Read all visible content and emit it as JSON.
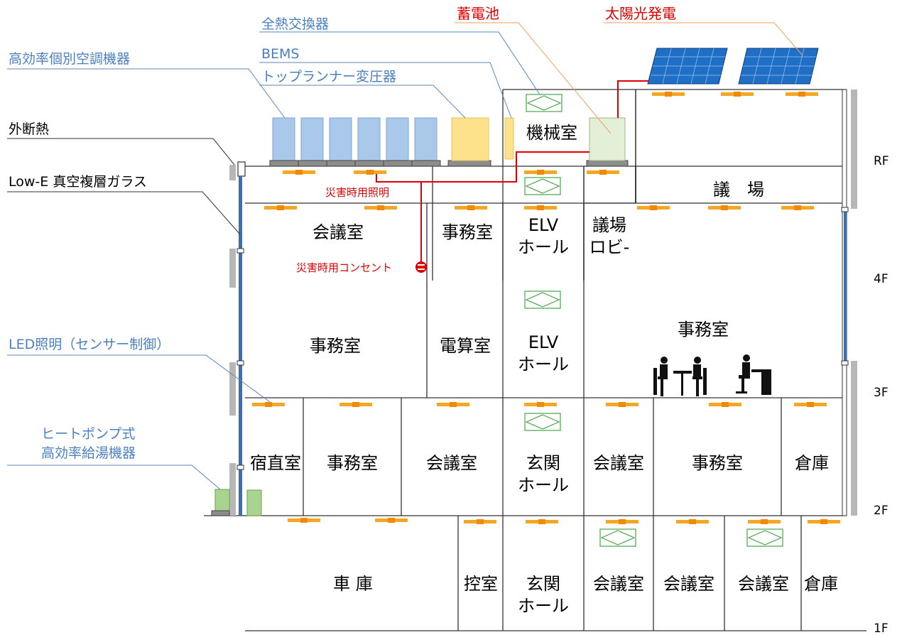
{
  "floors": [
    "RF",
    "4F",
    "3F",
    "2F",
    "1F"
  ],
  "callouts": {
    "zennetsu": "全熱交換器",
    "bems": "BEMS",
    "toprunner": "トップランナー変圧器",
    "koukouritsu": "高効率個別空調機器",
    "gaidannetsu": "外断熱",
    "lowe": "Low-E 真空複層ガラス",
    "led": "LED照明（センサー制御）",
    "heatpump_1": "ヒートポンプ式",
    "heatpump_2": "高効率給湯機器",
    "battery": "蓄電池",
    "solar": "太陽光発電",
    "emergency_light": "災害時用照明",
    "emergency_outlet": "災害時用コンセント"
  },
  "rooms": {
    "rf": {
      "kikai": "機械室"
    },
    "f4": {
      "kaigi": "会議室",
      "jimu": "事務室",
      "elv_1": "ELV",
      "elv_2": "ホール",
      "lobby_1": "議場",
      "lobby_2": "ロビ-",
      "gijou": "議　場"
    },
    "f3": {
      "jimu_left": "事務室",
      "densan": "電算室",
      "elv_1": "ELV",
      "elv_2": "ホール",
      "jimu_right": "事務室"
    },
    "f2": {
      "shukuchoku": "宿直室",
      "jimu_a": "事務室",
      "kaigi_a": "会議室",
      "genkan_1": "玄関",
      "genkan_2": "ホール",
      "kaigi_b": "会議室",
      "jimu_b": "事務室",
      "souko": "倉庫"
    },
    "f1": {
      "shako": "車 庫",
      "hikae": "控室",
      "genkan_1": "玄関",
      "genkan_2": "ホール",
      "kaigi_a": "会議室",
      "kaigi_b": "会議室",
      "kaigi_c": "会議室",
      "souko": "倉庫"
    }
  },
  "colors": {
    "callout_blue": "#4a7fc1",
    "callout_red": "#e00000",
    "light_orange": "#f5a623",
    "ac_unit": "#a9c8ea",
    "transformer": "#fde28b",
    "battery": "#e3efd6",
    "hp_unit": "#a8d48f",
    "panel_blue": "#1f6fc6",
    "glass": "#3f6fa8",
    "wall_gray": "#b7b7b7",
    "vent_green": "#4aa34a"
  }
}
